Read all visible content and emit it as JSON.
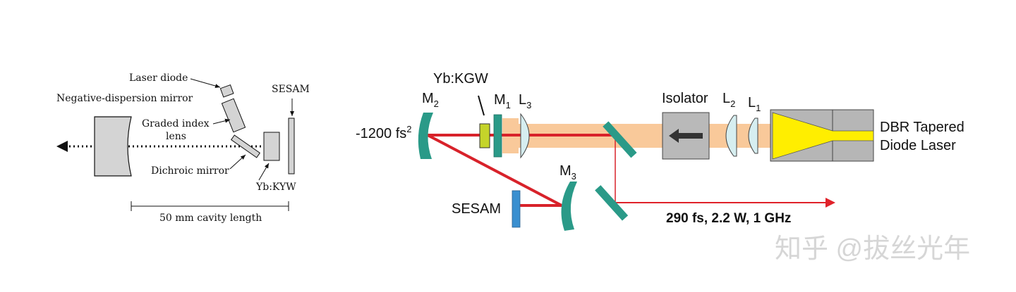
{
  "left_diagram": {
    "labels": {
      "laser_diode": "Laser diode",
      "neg_dispersion_mirror": "Negative-dispersion mirror",
      "sesam": "SESAM",
      "graded_index_1": "Graded index",
      "graded_index_2": "lens",
      "dichroic_mirror": "Dichroic mirror",
      "crystal": "Yb:KYW",
      "cavity_length": "50 mm cavity length"
    },
    "colors": {
      "component_fill": "#d4d4d4",
      "stroke": "#111111"
    }
  },
  "right_diagram": {
    "labels": {
      "crystal": "Yb:KGW",
      "m1": "M",
      "m1_sub": "1",
      "l3": "L",
      "l3_sub": "3",
      "m2": "M",
      "m2_sub": "2",
      "dispersion_value": "-1200 fs",
      "dispersion_sup": "2",
      "m3": "M",
      "m3_sub": "3",
      "sesam": "SESAM",
      "output": "290 fs, 2.2 W, 1 GHz",
      "isolator": "Isolator",
      "l2": "L",
      "l2_sub": "2",
      "l1": "L",
      "l1_sub": "1",
      "laser_line1": "DBR Tapered",
      "laser_line2": "Diode Laser"
    },
    "colors": {
      "mirror": "#2a9a88",
      "beam": "#d8222a",
      "pump_beam": "#f9c99a",
      "crystal": "#c5d42a",
      "lens": "#d6eef0",
      "isolator": "#b9b9b9",
      "sesam": "#3a8fd0",
      "laser_taper": "#ffee00",
      "laser_body": "#b6b6b6"
    }
  },
  "watermark": "知乎 @拔丝光年"
}
